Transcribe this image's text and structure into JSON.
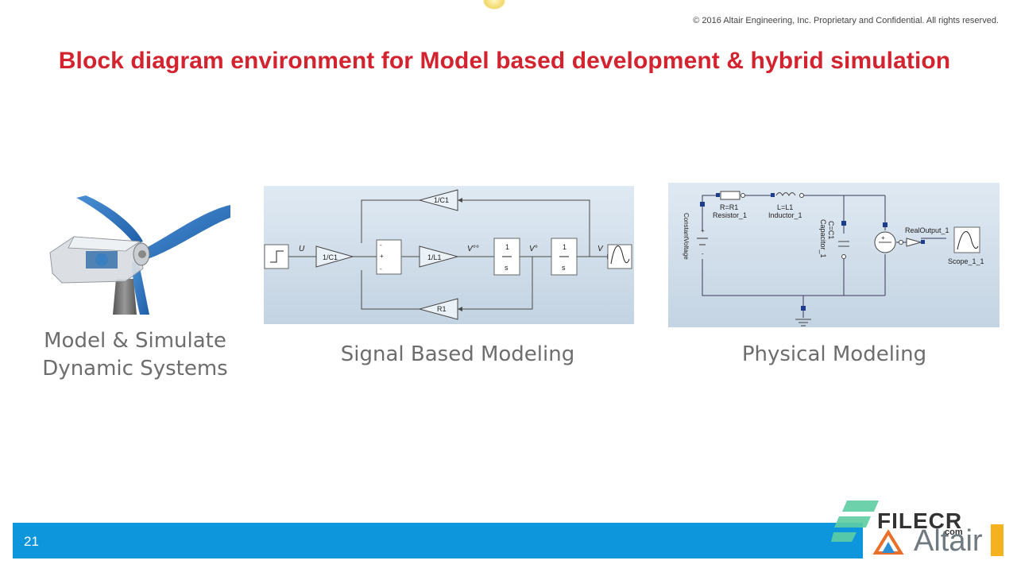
{
  "copyright": "© 2016 Altair Engineering, Inc. Proprietary and Confidential. All rights reserved.",
  "title": "Block diagram environment for Model based development & hybrid simulation",
  "captions": {
    "left_line1": "Model & Simulate",
    "left_line2": "Dynamic Systems",
    "middle": "Signal Based Modeling",
    "right": "Physical Modeling"
  },
  "signal_diagram": {
    "labels": {
      "u": "U",
      "gain_c1": "1/C1",
      "gain_feedback_c1": "1/C1",
      "gain_l1": "1/L1",
      "gain_r1": "R1",
      "vdd": "V°°",
      "vd": "V°",
      "v": "V",
      "int_num": "1",
      "int_den": "s"
    }
  },
  "physical_diagram": {
    "labels": {
      "resistor_param": "R=R1",
      "resistor_name": "Resistor_1",
      "inductor_param": "L=L1",
      "inductor_name": "Inductor_1",
      "capacitor_param": "C=C1",
      "capacitor_name": "Capacitor_1",
      "source_name": "ConstantVoltage",
      "output_name": "RealOutput_1",
      "scope_name": "Scope_1_1",
      "plus": "+",
      "minus": "-"
    }
  },
  "footer": {
    "page_number": "21",
    "brand": "Altair"
  },
  "watermark": {
    "text": "FILECR",
    "suffix": ".com"
  },
  "colors": {
    "title": "#d2232f",
    "footer_bar": "#0e96dc",
    "accent_bar": "#f5b21e",
    "caption": "#6d6d6d"
  }
}
